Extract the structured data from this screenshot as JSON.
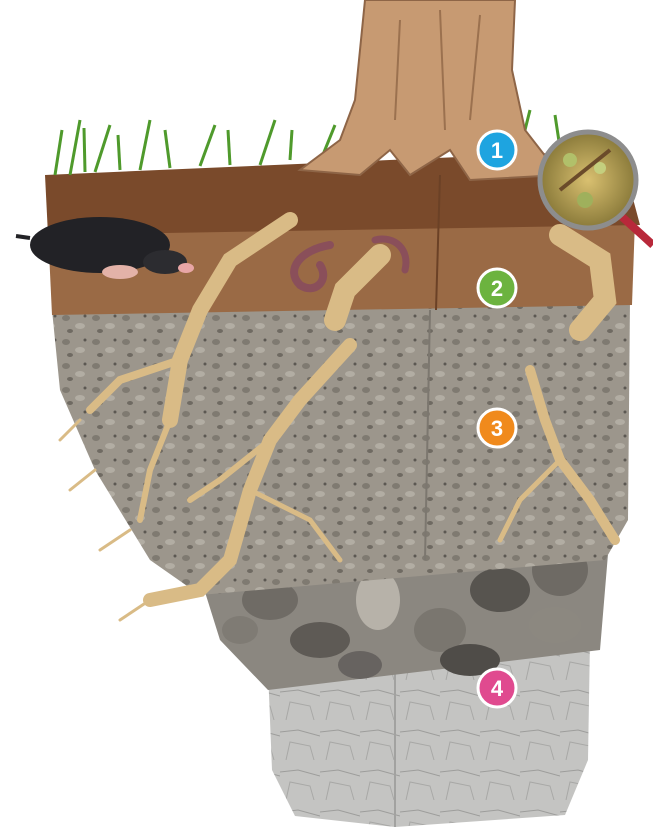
{
  "diagram": {
    "kind": "soil-profile-cross-section",
    "layers": [
      {
        "label": "1",
        "color": "#1ea4e0"
      },
      {
        "label": "2",
        "color": "#6cb33f"
      },
      {
        "label": "3",
        "color": "#f08a1c"
      },
      {
        "label": "4",
        "color": "#e04a8f"
      }
    ],
    "icons": [
      "tree-trunk-icon",
      "grass-icon",
      "mole-icon",
      "earthworm-icon",
      "magnifying-glass-icon",
      "root-icon",
      "rock-icon"
    ],
    "colors": {
      "topsoil": "#7a4a2b",
      "subsoil": "#9a6a45",
      "weathered_rock": "#9a948a",
      "bedrock": "#b9b9b9",
      "root": "#d9bb86",
      "grass": "#4f9a2c"
    }
  }
}
